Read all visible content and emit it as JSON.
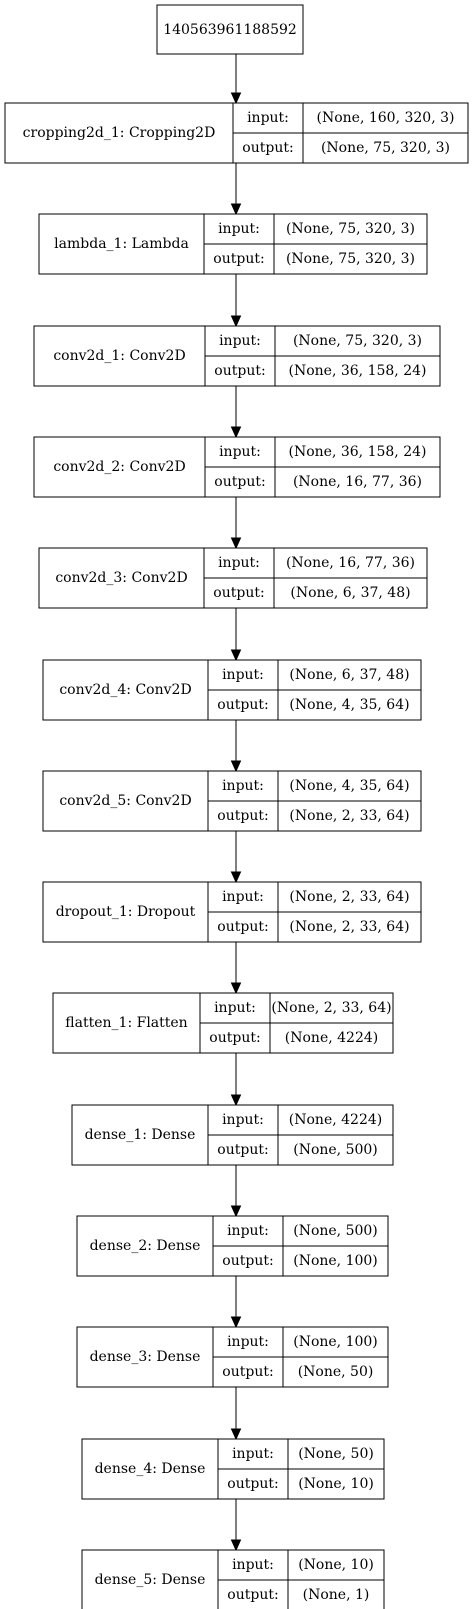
{
  "diagram": {
    "root": "140563961188592",
    "input_label": "input:",
    "output_label": "output:",
    "layers": [
      {
        "name": "cropping2d_1: Cropping2D",
        "input": "(None, 160, 320, 3)",
        "output": "(None, 75, 320, 3)"
      },
      {
        "name": "lambda_1: Lambda",
        "input": "(None, 75, 320, 3)",
        "output": "(None, 75, 320, 3)"
      },
      {
        "name": "conv2d_1: Conv2D",
        "input": "(None, 75, 320, 3)",
        "output": "(None, 36, 158, 24)"
      },
      {
        "name": "conv2d_2: Conv2D",
        "input": "(None, 36, 158, 24)",
        "output": "(None, 16, 77, 36)"
      },
      {
        "name": "conv2d_3: Conv2D",
        "input": "(None, 16, 77, 36)",
        "output": "(None, 6, 37, 48)"
      },
      {
        "name": "conv2d_4: Conv2D",
        "input": "(None, 6, 37, 48)",
        "output": "(None, 4, 35, 64)"
      },
      {
        "name": "conv2d_5: Conv2D",
        "input": "(None, 4, 35, 64)",
        "output": "(None, 2, 33, 64)"
      },
      {
        "name": "dropout_1: Dropout",
        "input": "(None, 2, 33, 64)",
        "output": "(None, 2, 33, 64)"
      },
      {
        "name": "flatten_1: Flatten",
        "input": "(None, 2, 33, 64)",
        "output": "(None, 4224)"
      },
      {
        "name": "dense_1: Dense",
        "input": "(None, 4224)",
        "output": "(None, 500)"
      },
      {
        "name": "dense_2: Dense",
        "input": "(None, 500)",
        "output": "(None, 100)"
      },
      {
        "name": "dense_3: Dense",
        "input": "(None, 100)",
        "output": "(None, 50)"
      },
      {
        "name": "dense_4: Dense",
        "input": "(None, 50)",
        "output": "(None, 10)"
      },
      {
        "name": "dense_5: Dense",
        "input": "(None, 10)",
        "output": "(None, 1)"
      }
    ]
  }
}
